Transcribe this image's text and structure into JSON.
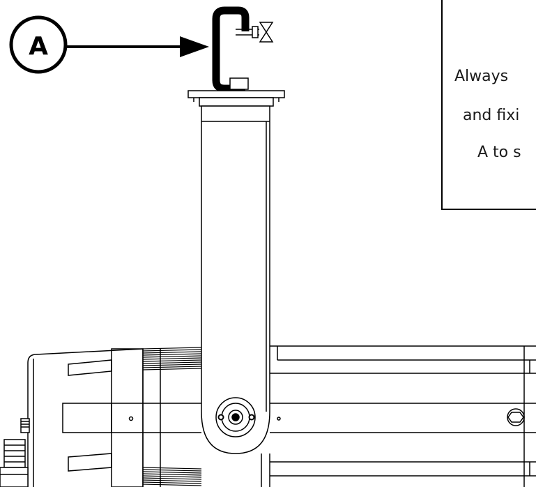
{
  "labels": {
    "marker_a": "A"
  },
  "note": {
    "lines": [
      "Always",
      "and fixi",
      "A to s"
    ]
  },
  "colors": {
    "line": "#000000",
    "background": "#ffffff"
  },
  "icons": {
    "arrow": "arrow-right-icon",
    "clamp": "c-clamp-icon",
    "screw": "wing-screw-icon",
    "bolt": "hex-bolt-icon"
  }
}
